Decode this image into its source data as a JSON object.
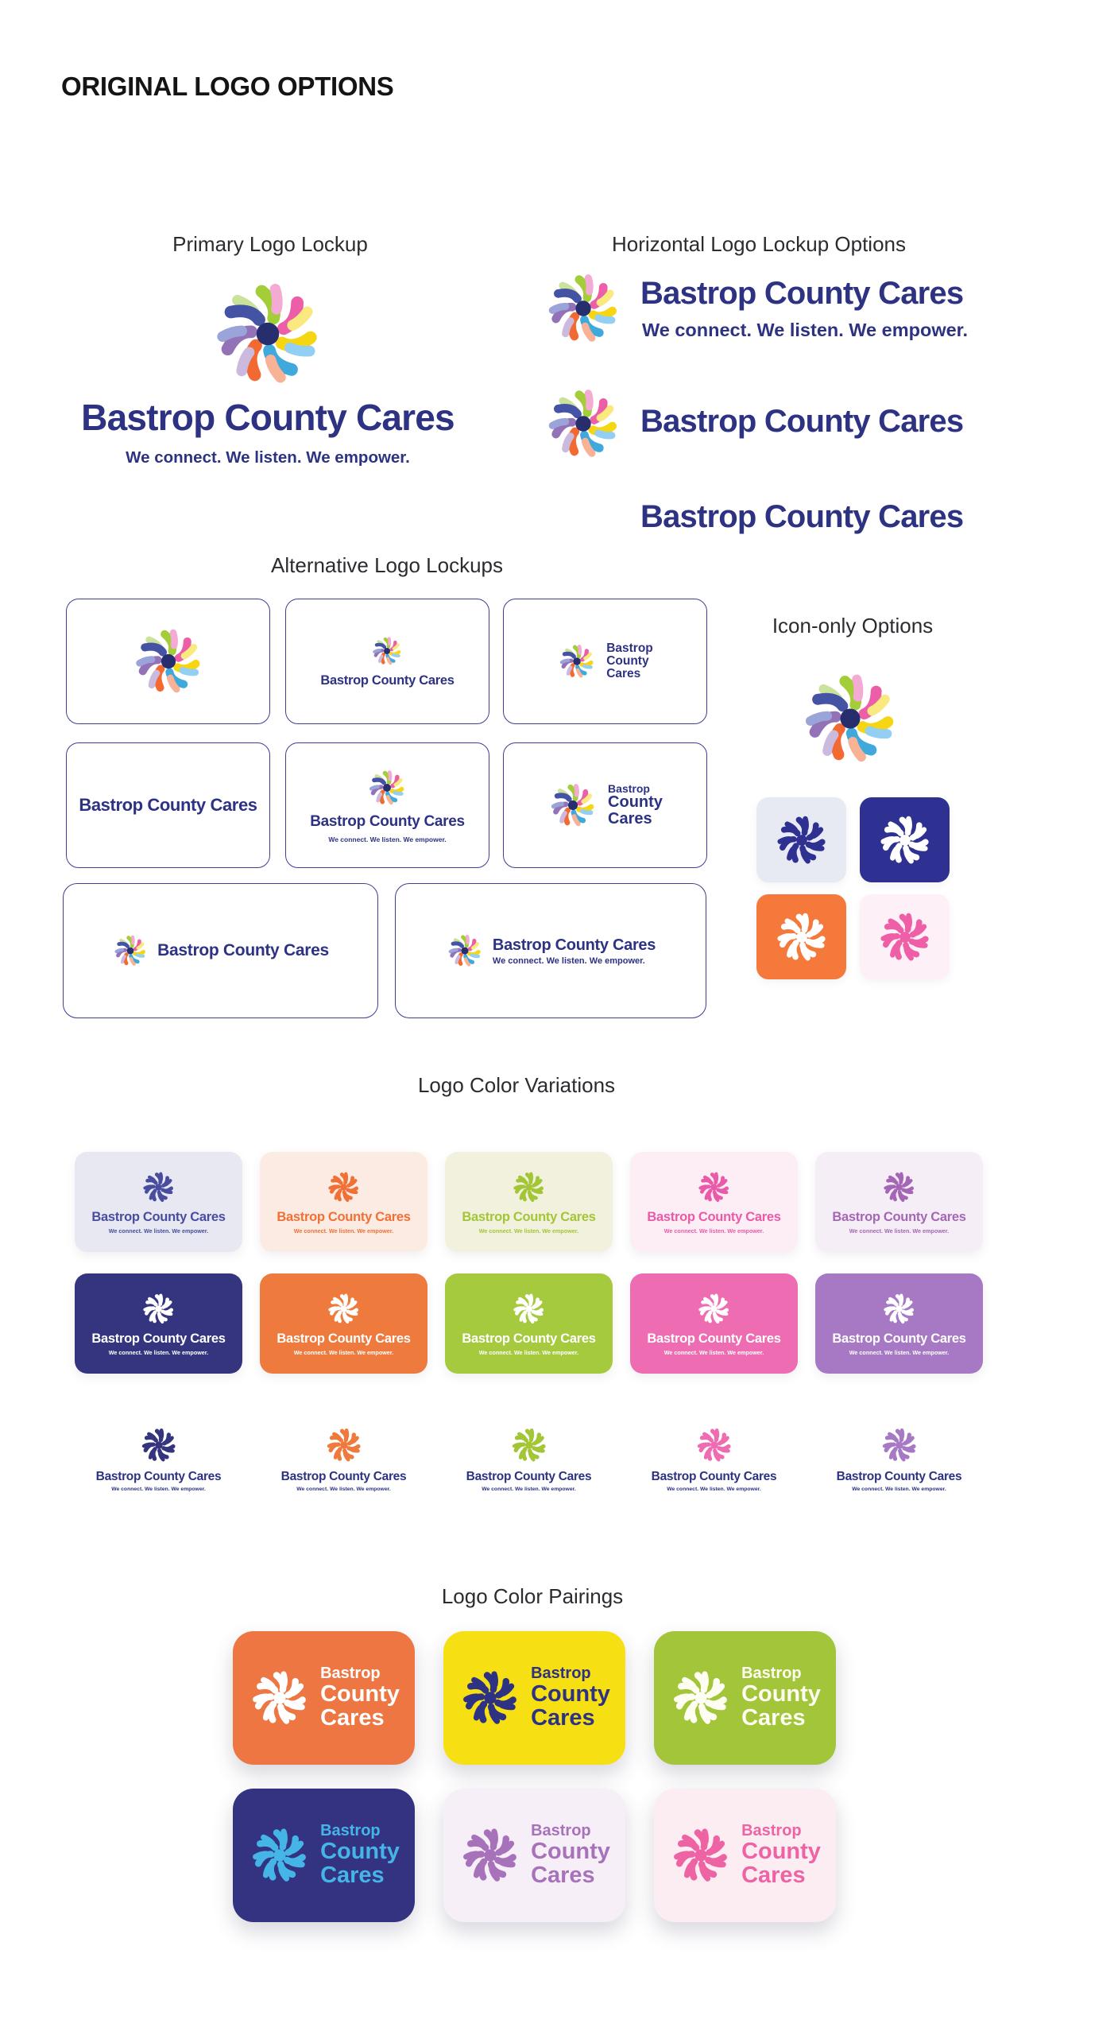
{
  "page": {
    "heading": "ORIGINAL LOGO OPTIONS"
  },
  "brand": {
    "name": "Bastrop County Cares",
    "name_stacked": [
      "Bastrop",
      "County",
      "Cares"
    ],
    "tagline": "We connect. We listen. We empower.",
    "colors": {
      "navy_text": "#2d3282",
      "navy": "#34347f",
      "orange": "#ef7a3d",
      "green": "#a6ca3d",
      "pink": "#ee6cb1",
      "purple": "#a779c4",
      "yellow": "#f6e013",
      "light_blue": "#45b5e8"
    },
    "icon": {
      "center": "#272e6e",
      "petal_pairs": [
        {
          "long": "#a3cd39",
          "short": "#cbe29b"
        },
        {
          "long": "#ec5fa8",
          "short": "#f4abd3"
        },
        {
          "long": "#f6d513",
          "short": "#fae97e"
        },
        {
          "long": "#3fa9dc",
          "short": "#93cff2"
        },
        {
          "long": "#f26a32",
          "short": "#f8b296"
        },
        {
          "long": "#9472b8",
          "short": "#ccbade"
        },
        {
          "long": "#4553a4",
          "short": "#9ba4d8"
        }
      ]
    }
  },
  "sections": {
    "primary": {
      "label": "Primary Logo Lockup"
    },
    "horizontal": {
      "label": "Horizontal Logo Lockup Options"
    },
    "alternative": {
      "label": "Alternative Logo Lockups"
    },
    "icon_only": {
      "label": "Icon-only Options",
      "tiles": [
        {
          "name": "lavender-tile",
          "bg": "#e8eaf3",
          "fg": "#2e3192"
        },
        {
          "name": "navy-tile",
          "bg": "#2e3192",
          "fg": "#ffffff"
        },
        {
          "name": "orange-tile",
          "bg": "#f4793b",
          "fg": "#ffffff"
        },
        {
          "name": "pink-tile",
          "bg": "#fdf0f6",
          "fg": "#ee5fa7"
        }
      ]
    },
    "variations": {
      "label": "Logo Color Variations",
      "tinted_row": [
        {
          "name": "navy",
          "bg": "#e7e8f2",
          "fg": "#494da0"
        },
        {
          "name": "orange",
          "bg": "#fcebe2",
          "fg": "#f07035"
        },
        {
          "name": "green",
          "bg": "#f1f1de",
          "fg": "#a2c636"
        },
        {
          "name": "pink",
          "bg": "#fdeef5",
          "fg": "#e95aa8"
        },
        {
          "name": "purple",
          "bg": "#f5eef6",
          "fg": "#a566b5"
        }
      ],
      "solid_row": [
        {
          "name": "navy",
          "bg": "#34347f",
          "fg": "#ffffff"
        },
        {
          "name": "orange",
          "bg": "#ef7a3d",
          "fg": "#ffffff"
        },
        {
          "name": "green",
          "bg": "#a6ca3d",
          "fg": "#ffffff"
        },
        {
          "name": "pink",
          "bg": "#ee6cb1",
          "fg": "#ffffff"
        },
        {
          "name": "purple",
          "bg": "#a779c4",
          "fg": "#ffffff"
        }
      ],
      "plain_row": [
        {
          "name": "navy",
          "icon": "#34347f"
        },
        {
          "name": "orange",
          "icon": "#ef7a3d"
        },
        {
          "name": "green",
          "icon": "#a2c636"
        },
        {
          "name": "pink",
          "icon": "#ee6cb1"
        },
        {
          "name": "purple",
          "icon": "#a779c4"
        }
      ]
    },
    "pairings": {
      "label": "Logo Color Pairings",
      "tiles": [
        {
          "name": "orange-white",
          "bg": "#ed7642",
          "fg": "#ffffff"
        },
        {
          "name": "yellow-navy",
          "bg": "#f6e013",
          "fg": "#2d3282"
        },
        {
          "name": "green-white",
          "bg": "#a2c53a",
          "fg": "#fdfdf2"
        },
        {
          "name": "navy-lightblue",
          "bg": "#333381",
          "fg": "#45b5e8"
        },
        {
          "name": "lilac-purple",
          "bg": "#f7eff7",
          "fg": "#a872ba"
        },
        {
          "name": "blush-pink",
          "bg": "#fcedf3",
          "fg": "#ee63a4"
        }
      ]
    }
  }
}
